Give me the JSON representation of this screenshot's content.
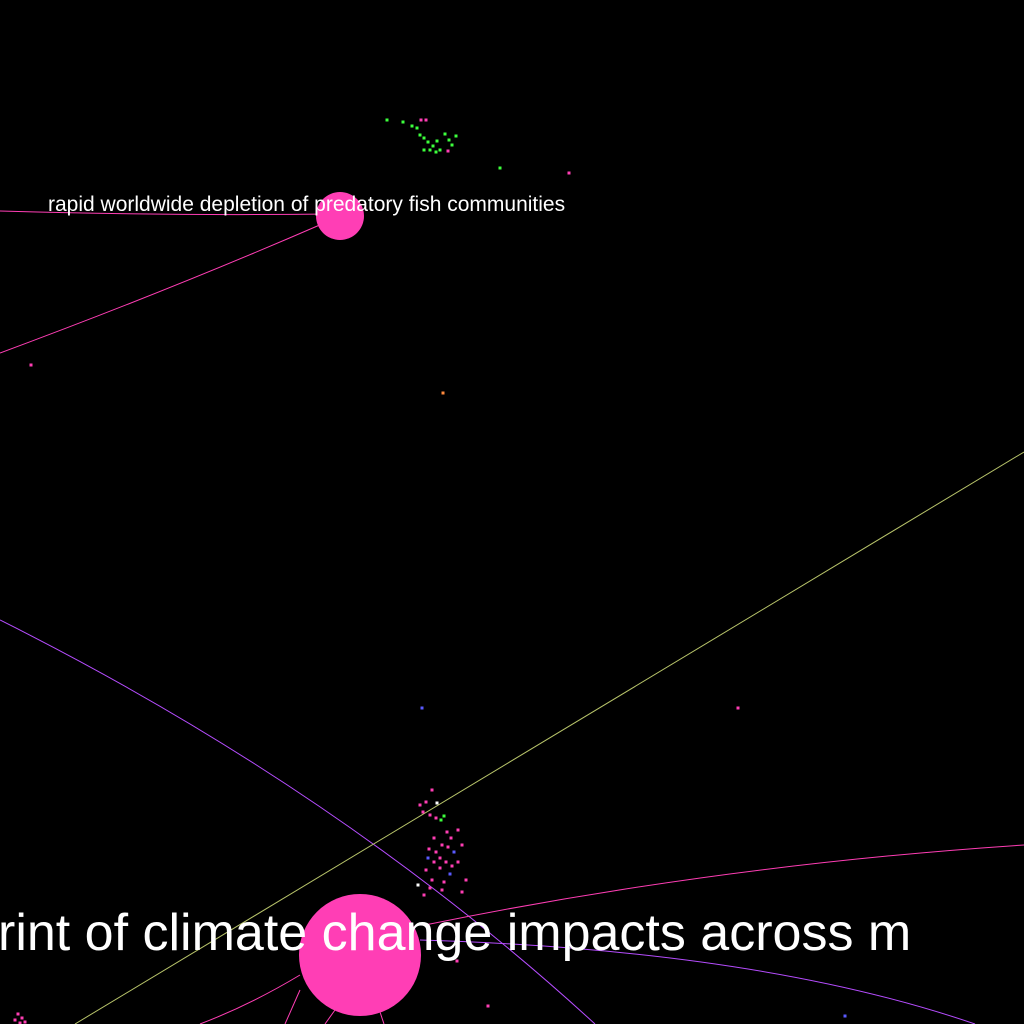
{
  "graph": {
    "background": "#000000",
    "nodes": [
      {
        "id": "predatory-fish-node",
        "label": "rapid worldwide depletion of predatory fish communities",
        "color": "#ff3eb5"
      },
      {
        "id": "climate-change-node",
        "label": "rint of climate change impacts across m",
        "color": "#ff3eb5"
      }
    ],
    "edge_colors": {
      "pink": "#ff3eb5",
      "violet": "#b64dff",
      "olive": "#b8c46a"
    },
    "dot_colors": {
      "green": "#3dff3d",
      "pink": "#ff3eb5",
      "blue": "#5a5aff",
      "orange": "#ff8a3d",
      "white": "#ffffff"
    }
  }
}
